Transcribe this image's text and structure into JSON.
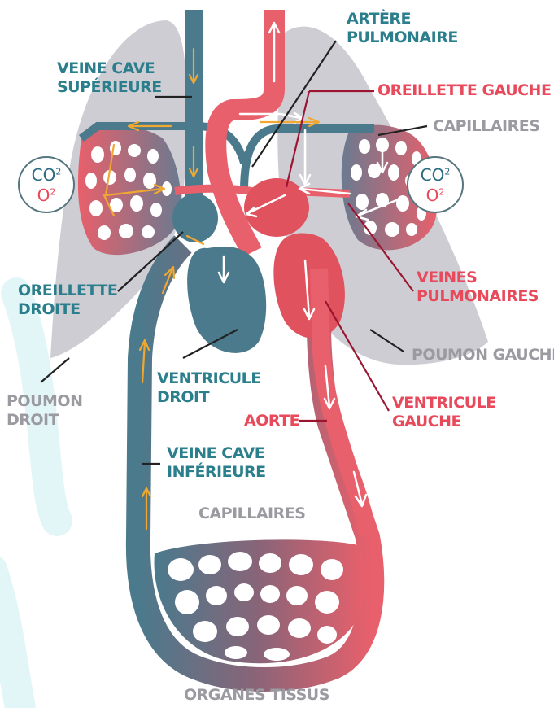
{
  "labels": {
    "veine_cave_superieure": [
      "VEINE CAVE",
      "SUPÉRIEURE"
    ],
    "artere_pulmonaire": [
      "ARTÈRE",
      "PULMONAIRE"
    ],
    "oreillette_gauche": "OREILLETTE GAUCHE",
    "capillaires_droite": "CAPILLAIRES",
    "veines_pulmonaires": [
      "VEINES",
      "PULMONAIRES"
    ],
    "poumon_gauche": "POUMON GAUCHE",
    "ventricule_gauche": [
      "VENTRICULE",
      "GAUCHE"
    ],
    "aorte": "AORTE",
    "oreillette_droite": [
      "OREILLETTE",
      "DROITE"
    ],
    "ventricule_droit": [
      "VENTRICULE",
      "DROIT"
    ],
    "poumon_droit": [
      "POUMON",
      "DROIT"
    ],
    "veine_cave_inferieure": [
      "VEINE CAVE",
      "INFÉRIEURE"
    ],
    "capillaires_bas": "CAPILLAIRES",
    "organes_tissus": "ORGANES TISSUS"
  },
  "gas_exchange": {
    "left": {
      "co2": "CO",
      "co2_sup": "2",
      "o2": "O",
      "o2_sup": "2"
    },
    "right": {
      "co2": "CO",
      "co2_sup": "2",
      "o2": "O",
      "o2_sup": "2"
    }
  },
  "colors": {
    "deoxygenated": "#4a7a8c",
    "oxygenated": "#e8606b",
    "lung": "#cfcdd4",
    "arrow": "#f0a830",
    "label_teal": "#2b7f8c",
    "label_red": "#e84a5c",
    "label_grey": "#9a9aa0"
  }
}
